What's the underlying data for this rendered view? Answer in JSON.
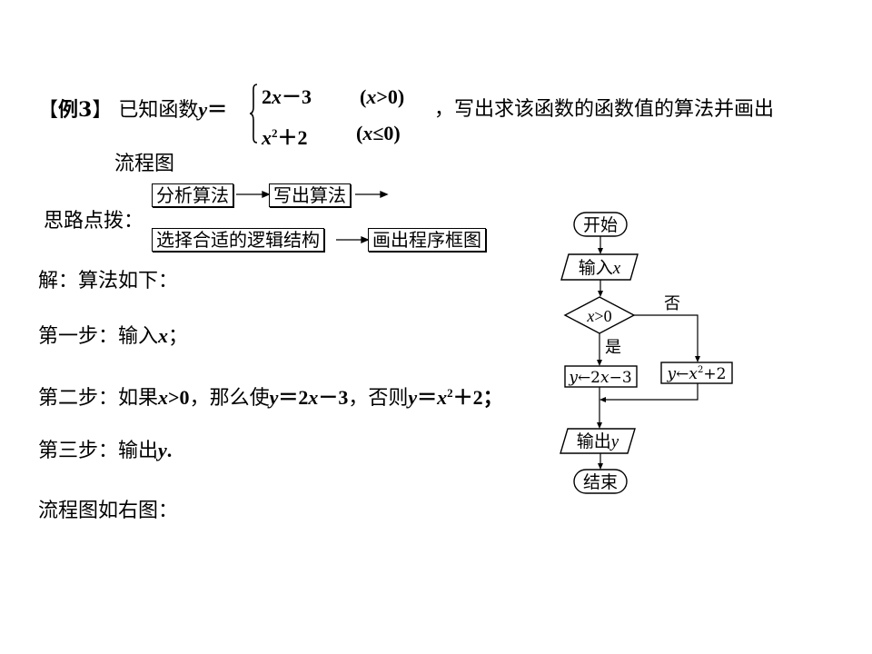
{
  "example": {
    "bracket_left": "【",
    "label": "例3",
    "bracket_right": "】",
    "intro": "已知函数",
    "fn_var": "y",
    "equals": "＝",
    "case1_expr_a": "2",
    "case1_expr_x": "x",
    "case1_expr_b": "－3",
    "case1_cond_open": "(",
    "case1_cond_x": "x",
    "case1_cond_rest": ">0)",
    "case2_expr_x": "x",
    "case2_expr_sup": "2",
    "case2_expr_b": "＋2",
    "case2_cond_open": "(",
    "case2_cond_x": "x",
    "case2_cond_rest": "≤0)",
    "tail": "，写出求该函数的函数值的算法并画出",
    "tail2": "流程图"
  },
  "hint": {
    "label": "思路点拨：",
    "boxes": [
      "分析算法",
      "写出算法",
      "选择合适的逻辑结构",
      "画出程序框图"
    ]
  },
  "solution": {
    "intro": "解：算法如下：",
    "step1_prefix": "第一步：输入",
    "step1_var": "x",
    "step1_end": "；",
    "step2_prefix": "第二步：如果",
    "step2_cond_x": "x",
    "step2_cond_rest": ">0",
    "step2_mid": "，那么使",
    "step2_y1": "y",
    "step2_eq1": "＝2",
    "step2_x1": "x",
    "step2_rest1": "－3",
    "step2_else": "，否则",
    "step2_y2": "y",
    "step2_eq2": "＝",
    "step2_x2": "x",
    "step2_sup": "2",
    "step2_rest2": "＋2；",
    "step3_prefix": "第三步：输出",
    "step3_var": "y",
    "step3_end": ".",
    "footer": "流程图如右图："
  },
  "flowchart": {
    "start": "开始",
    "input_label": "输入",
    "input_var": "x",
    "decision_var": "x",
    "decision_rest": ">0",
    "no_label": "否",
    "yes_label": "是",
    "left_var": "y",
    "left_arrow": "←2",
    "left_x": "x",
    "left_rest": "−3",
    "right_var": "y",
    "right_arrow": "←",
    "right_x": "x",
    "right_sup": "2",
    "right_rest": "+2",
    "output_label": "输出",
    "output_var": "y",
    "end": "结束"
  }
}
